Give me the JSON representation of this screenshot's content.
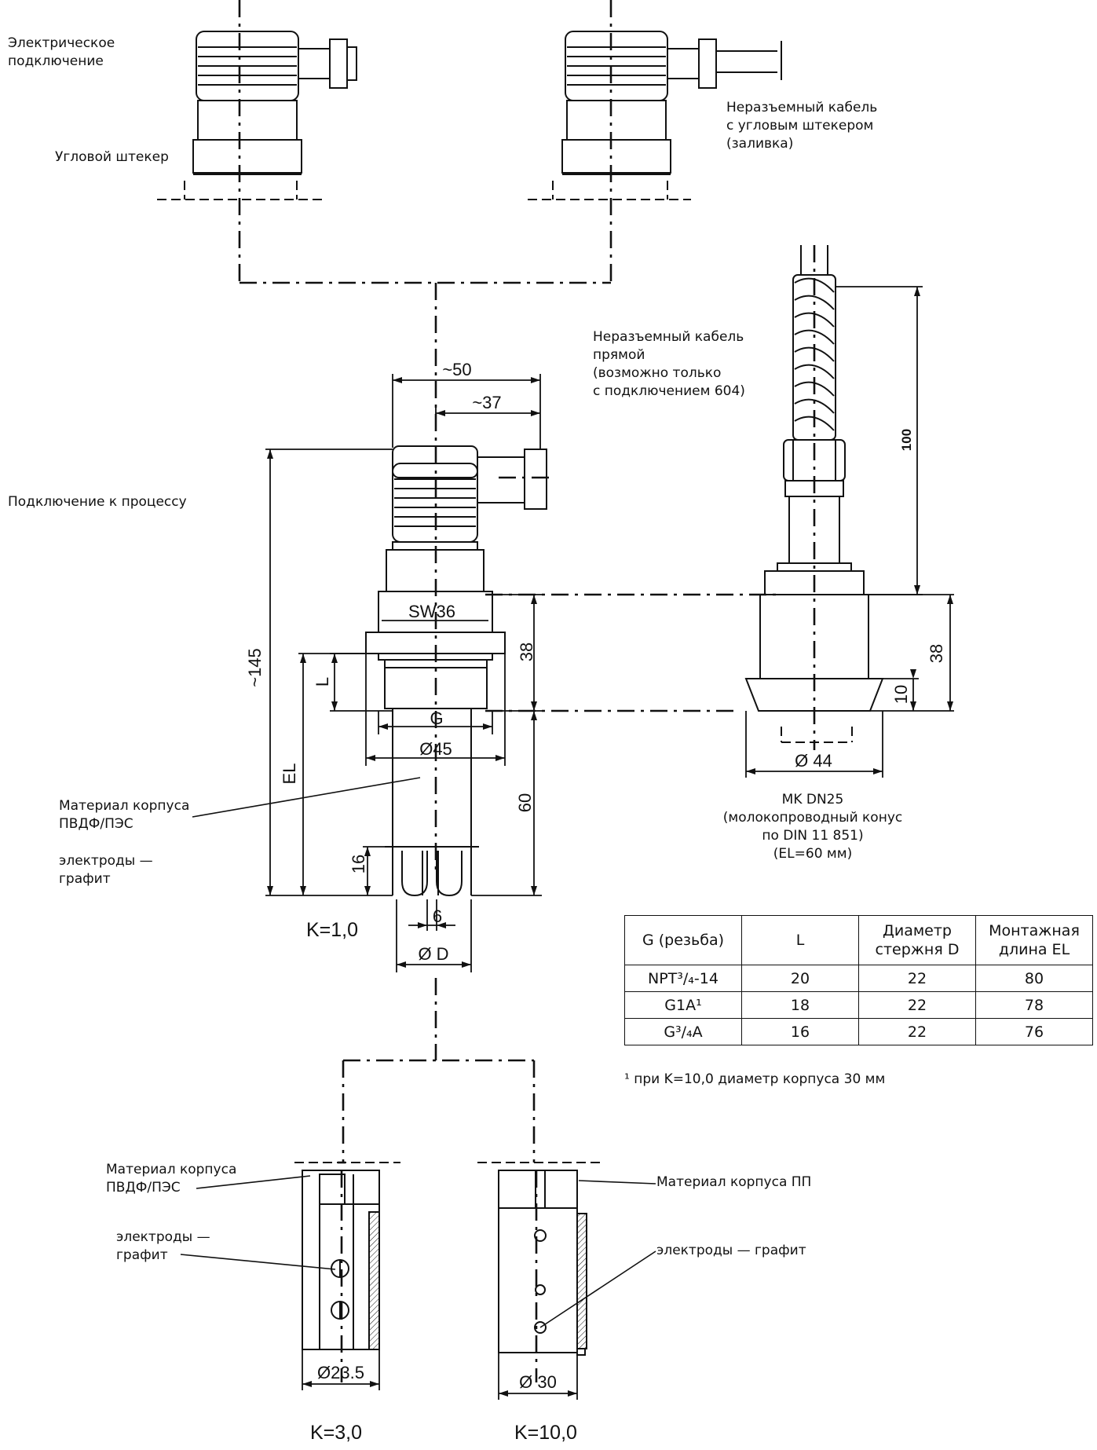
{
  "labels": {
    "electrical_connection": [
      "Электрическое",
      "подключение"
    ],
    "angle_plug": "Угловой штекер",
    "cable_angle_plug": [
      "Неразъемный кабель",
      "с угловым штекером",
      "(заливка)"
    ],
    "cable_straight": [
      "Неразъемный кабель",
      "прямой",
      "(возможно только",
      "с подключением 604)"
    ],
    "process_connection": "Подключение к процессу",
    "housing_material_1": [
      "Материал корпуса",
      "ПВДФ/ПЭС"
    ],
    "electrodes_1": [
      "электроды —",
      "графит"
    ],
    "mk_dn25": [
      "MK DN25",
      "(молокопроводный конус",
      "по DIN 11 851)",
      "(EL=60 мм)"
    ],
    "housing_material_3": [
      "Материал корпуса",
      "ПВДФ/ПЭС"
    ],
    "electrodes_3": [
      "электроды —",
      "графит"
    ],
    "housing_material_pp": "Материал корпуса ПП",
    "electrodes_10": "электроды — графит"
  },
  "k_values": {
    "k1": "K=1,0",
    "k3": "K=3,0",
    "k10": "K=10,0"
  },
  "dimensions": {
    "w50": "~50",
    "w37": "~37",
    "h145": "~145",
    "sw36": "SW36",
    "h38_left": "38",
    "L": "L",
    "G": "G",
    "d45": "Ø45",
    "EL": "EL",
    "h60": "60",
    "h16": "16",
    "w6": "6",
    "dD": "Ø D",
    "h100": "100",
    "h38_right": "38",
    "h10": "10",
    "d44": "Ø 44",
    "d23_5": "Ø23.5",
    "d30": "Ø 30"
  },
  "table": {
    "headers": [
      {
        "lines": [
          "G (резьба)"
        ]
      },
      {
        "lines": [
          "L"
        ]
      },
      {
        "lines": [
          "Диаметр",
          "стержня D"
        ]
      },
      {
        "lines": [
          "Монтажная",
          "длина EL"
        ]
      }
    ],
    "rows": [
      {
        "g": "NPT³/₄-14",
        "l": "20",
        "d": "22",
        "el": "80"
      },
      {
        "g": "G1A¹",
        "l": "18",
        "d": "22",
        "el": "78"
      },
      {
        "g": "G³/₄A",
        "l": "16",
        "d": "22",
        "el": "76"
      }
    ]
  },
  "footnote": "¹ при K=10,0 диаметр корпуса 30 мм"
}
